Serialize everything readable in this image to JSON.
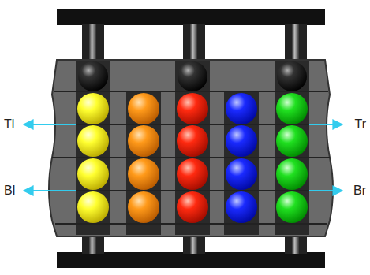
{
  "diagram": {
    "labels": [
      "Tl",
      "Tr",
      "Bl",
      "Br"
    ]
  }
}
